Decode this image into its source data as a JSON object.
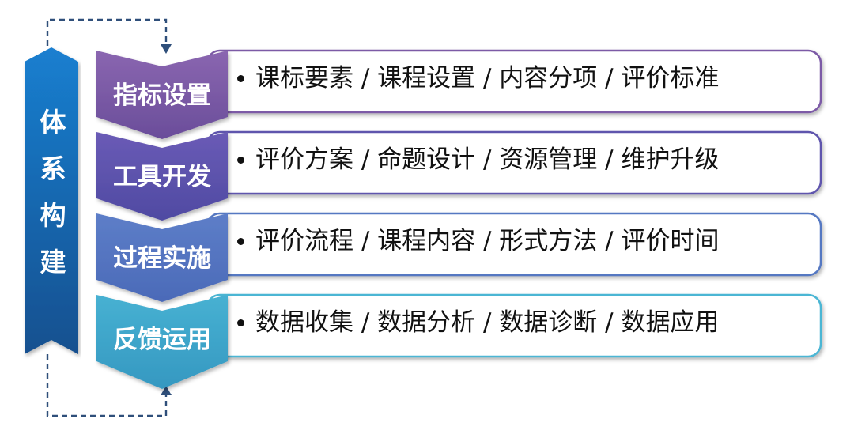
{
  "side_title": [
    "体",
    "系",
    "构",
    "建"
  ],
  "rows": [
    {
      "label": "指标设置",
      "text": "课标要素 / 课程设置 / 内容分项 / 评价标准",
      "color_top": "#8a66b0",
      "color_bottom": "#6a4d9a",
      "border": "#7c5aa6"
    },
    {
      "label": "工具开发",
      "text": "评价方案 / 命题设计 / 资源管理 / 维护升级",
      "color_top": "#6a5bb6",
      "color_bottom": "#4f4aa2",
      "border": "#5e54ad"
    },
    {
      "label": "过程实施",
      "text": "评价流程 / 课程内容 / 形式方法 / 评价时间",
      "color_top": "#5d7ec8",
      "color_bottom": "#4b6ab8",
      "border": "#5578c2"
    },
    {
      "label": "反馈运用",
      "text": "数据收集 / 数据分析 / 数据诊断 / 数据应用",
      "color_top": "#47b1d2",
      "color_bottom": "#3598c1",
      "border": "#4bb6d4"
    }
  ],
  "colors": {
    "side_arrow_top": "#1a7fd0",
    "side_arrow_bottom": "#14508f",
    "dashed_line": "#2f4f7a"
  }
}
